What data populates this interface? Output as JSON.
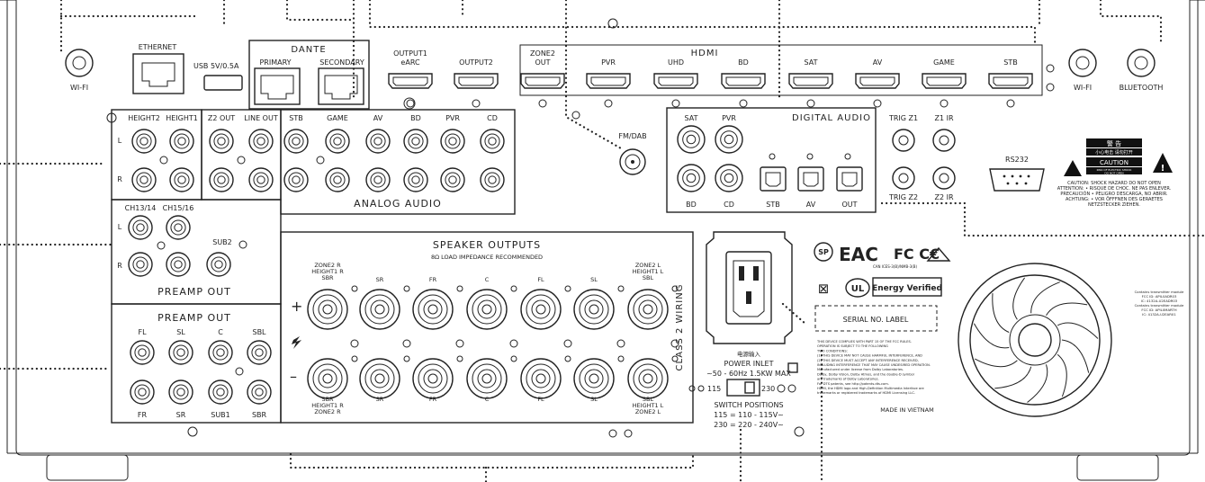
{
  "top": {
    "wifi_left": "WI-FI",
    "ethernet": "ETHERNET",
    "usb": "USB 5V/0.5A",
    "dante": "DANTE",
    "primary": "PRIMARY",
    "secondary": "SECONDARY",
    "hdmi": "HDMI",
    "hdmi_ports": [
      "OUTPUT1\neARC",
      "OUTPUT2",
      "ZONE2\nOUT",
      "PVR",
      "UHD",
      "BD",
      "SAT",
      "AV",
      "GAME",
      "STB"
    ],
    "wifi_right": "WI-FI",
    "bluetooth": "BLUETOOTH"
  },
  "analog": {
    "height2": "HEIGHT2",
    "height1": "HEIGHT1",
    "z2out": "Z2 OUT",
    "lineout": "LINE OUT",
    "inputs": [
      "STB",
      "GAME",
      "AV",
      "BD",
      "PVR",
      "CD"
    ],
    "L": "L",
    "R": "R",
    "title": "ANALOG AUDIO"
  },
  "preamp_top": {
    "ch1314": "CH13/14",
    "ch1516": "CH15/16",
    "sub2": "SUB2",
    "L": "L",
    "R": "R",
    "title": "PREAMP OUT"
  },
  "preamp_bottom": {
    "title": "PREAMP OUT",
    "top_labels": [
      "FL",
      "SL",
      "C",
      "SBL"
    ],
    "bottom_labels": [
      "FR",
      "SR",
      "SUB1",
      "SBR"
    ]
  },
  "speaker": {
    "title": "SPEAKER OUTPUTS",
    "subtitle": "8Ω LOAD IMPEDANCE RECOMMENDED",
    "plus": "+",
    "minus": "–",
    "top_labels": [
      "ZONE2 R\nHEIGHT1 R\nSBR",
      "SR",
      "FR",
      "C",
      "FL",
      "SL",
      "ZONE2 L\nHEIGHT1 L\nSBL"
    ],
    "bottom_labels": [
      "SBR\nHEIGHT1 R\nZONE2 R",
      "SR",
      "FR",
      "C",
      "FL",
      "SL",
      "SBL\nHEIGHT1 L\nZONE2 L"
    ],
    "class2": "CLASS 2 WIRING"
  },
  "fm": "FM/DAB",
  "digital": {
    "title": "DIGITAL AUDIO",
    "sat": "SAT",
    "pvr": "PVR",
    "bd": "BD",
    "cd": "CD",
    "stb": "STB",
    "av": "AV",
    "out": "OUT"
  },
  "trig": {
    "trigz1": "TRIG Z1",
    "z1ir": "Z1 IR",
    "trigz2": "TRIG Z2",
    "z2ir": "Z2 IR",
    "rs232": "RS232"
  },
  "power": {
    "inlet_cn": "电源输入",
    "inlet": "POWER INLET",
    "spec": "~50 - 60Hz 1.5KW MAX",
    "sw115": "115",
    "sw230": "230",
    "switch_title": "SWITCH POSITIONS",
    "switch_line1": "115 = 110 - 115V~",
    "switch_line2": "230 = 220 - 240V~"
  },
  "warning": {
    "cn_title": "警 告",
    "cn_sub": "小心电击 请勿打开",
    "caution": "CAUTION",
    "caution_sub": "RISK OF ELECTRIC SHOCK\nDO NOT OPEN",
    "text": [
      "CAUTION: SHOCK HAZARD DO NOT OPEN",
      "ATTENTION: • RISQUE DE CHOC. NE PAS ENLEVER.",
      "PRECAUCIÓN • PELIGRO DESCARGA, NO ABRIR.",
      "ACHTUNG: • VOR ÖFFFNEN DES GERAETES",
      "NETZSTECKER ZIEHEN."
    ]
  },
  "certs": {
    "can": "CAN ICES-3(B)/NMB-3(B)",
    "energy": "Energy Verified",
    "serial": "SERIAL NO. LABEL",
    "made": "MADE IN VIETNAM"
  },
  "fcc_text": [
    "THIS DEVICE COMPLIES WITH PART 15 OF THE FCC RULES.",
    "OPERATION IS SUBJECT TO THE FOLLOWING",
    "TWO CONDITIONS:",
    "(1) THIS DEVICE MAY NOT CAUSE HARMFUL INTERFERENCE, AND",
    "(2) THIS DEVICE MUST ACCEPT ANY INTERFERENCE RECEIVED,",
    "INCLUDING INTERFERENCE THAT MAY CAUSE UNDESIRED OPERATION.",
    "Manufactured under license from Dolby Laboratories.",
    "Dolby, Dolby Vision, Dolby Atmos, and the double-D symbol",
    "are trademarks of Dolby Laboratories.",
    "For DTS patents, see http://patents.dts.com.",
    "HDMI, the HDMI logo and High-Definition Multimedia Interface are",
    "trademarks or registered trademarks of HDMI Licensing LLC."
  ],
  "module_text": [
    "Contains transmitter module",
    "FCC ID: APIL0ADR03",
    "IC: 4132A-U2EADR03",
    "Contains transmitter module",
    "FCC ID: APIL0MARTH",
    "IC: 4132A-U2EAR01"
  ]
}
